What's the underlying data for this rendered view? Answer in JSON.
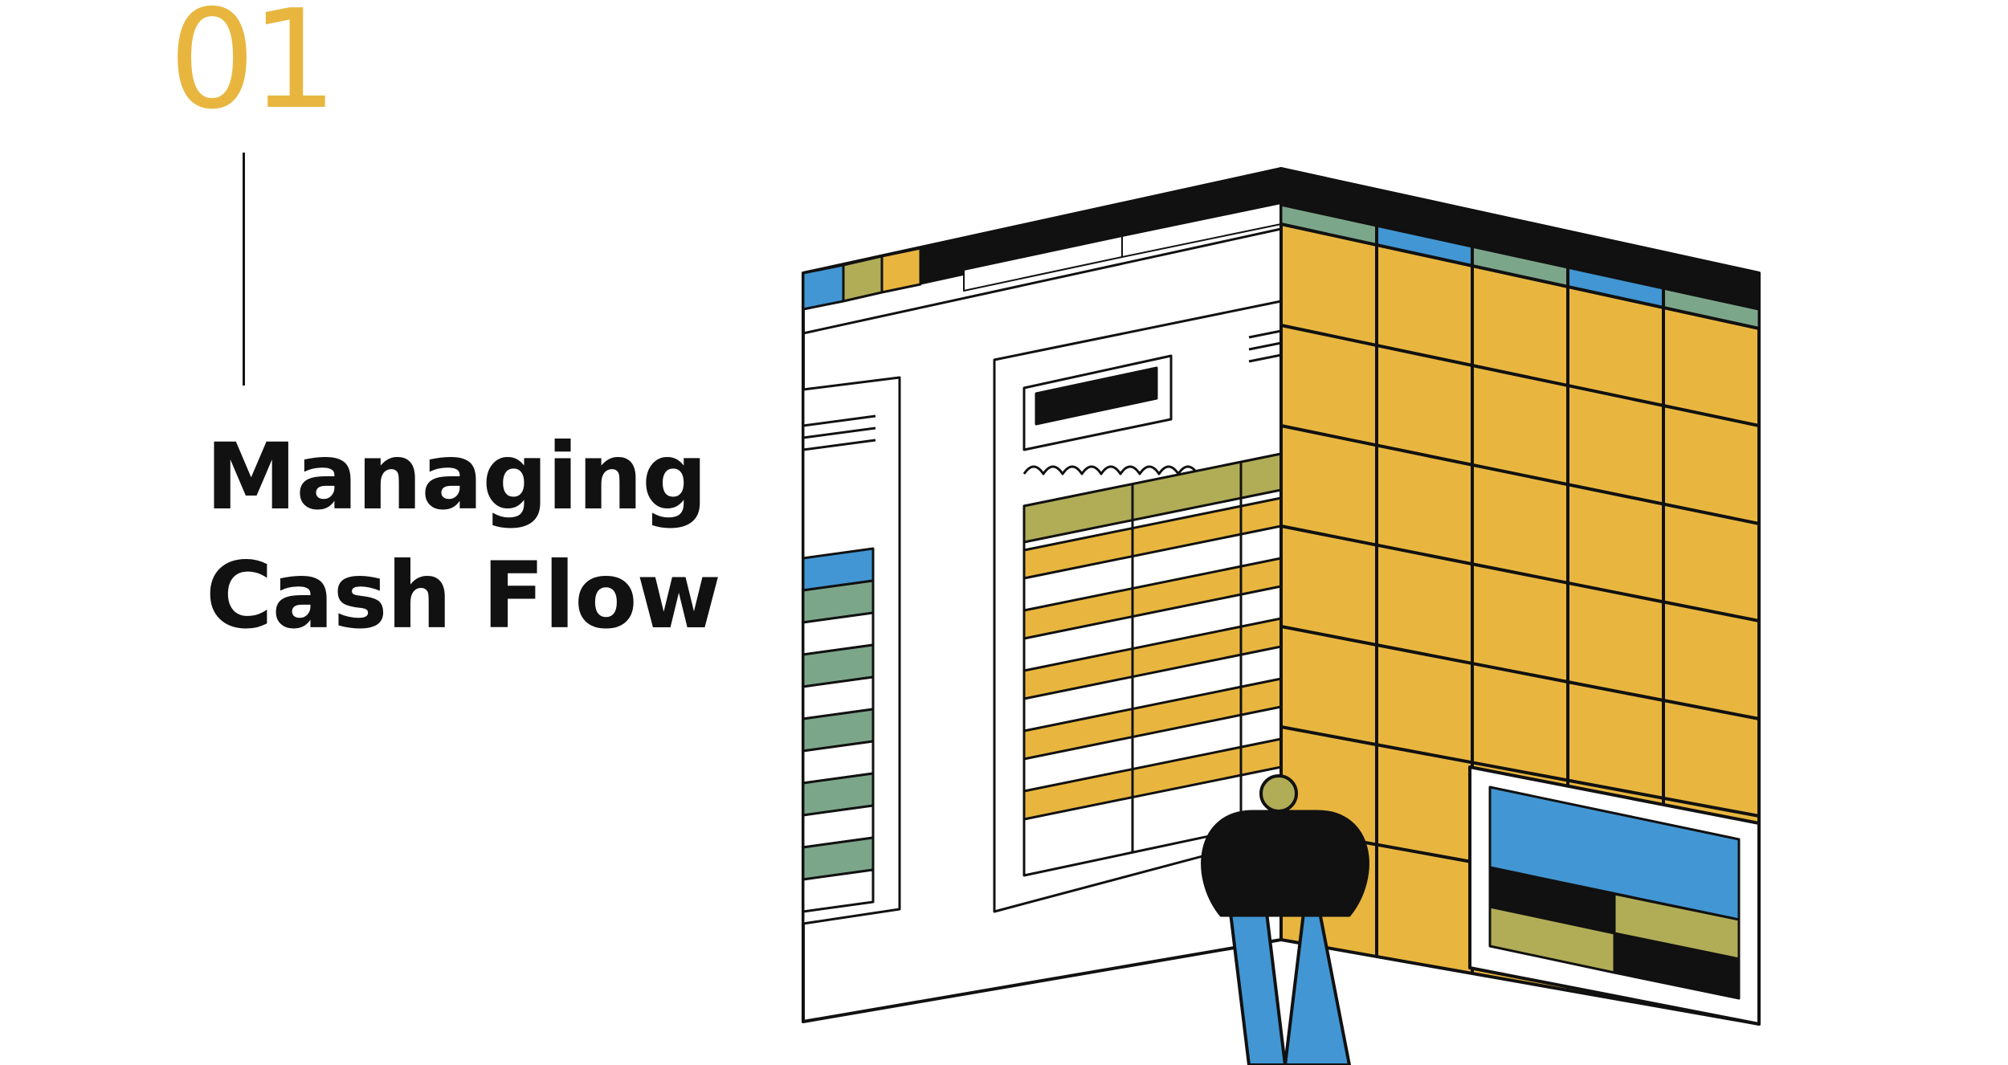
{
  "section": {
    "number": "01"
  },
  "title": {
    "line1": "Managing",
    "line2": "Cash Flow"
  },
  "colors": {
    "accent": "#E8B63F",
    "blue": "#4296D3",
    "olive": "#B1AD57",
    "green": "#7CA68A",
    "ink": "#111111",
    "background": "#FFFFFF"
  }
}
